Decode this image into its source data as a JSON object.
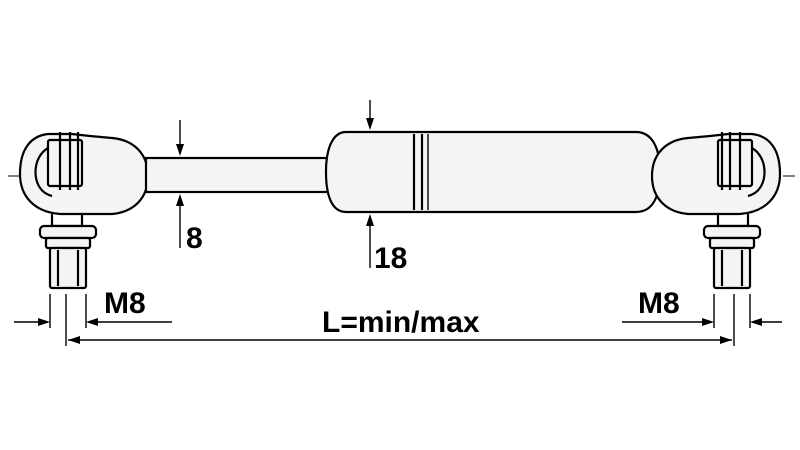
{
  "labels": {
    "rod_diameter": "8",
    "cylinder_diameter": "18",
    "thread_left": "M8",
    "thread_right": "M8",
    "length": "L=min/max"
  }
}
